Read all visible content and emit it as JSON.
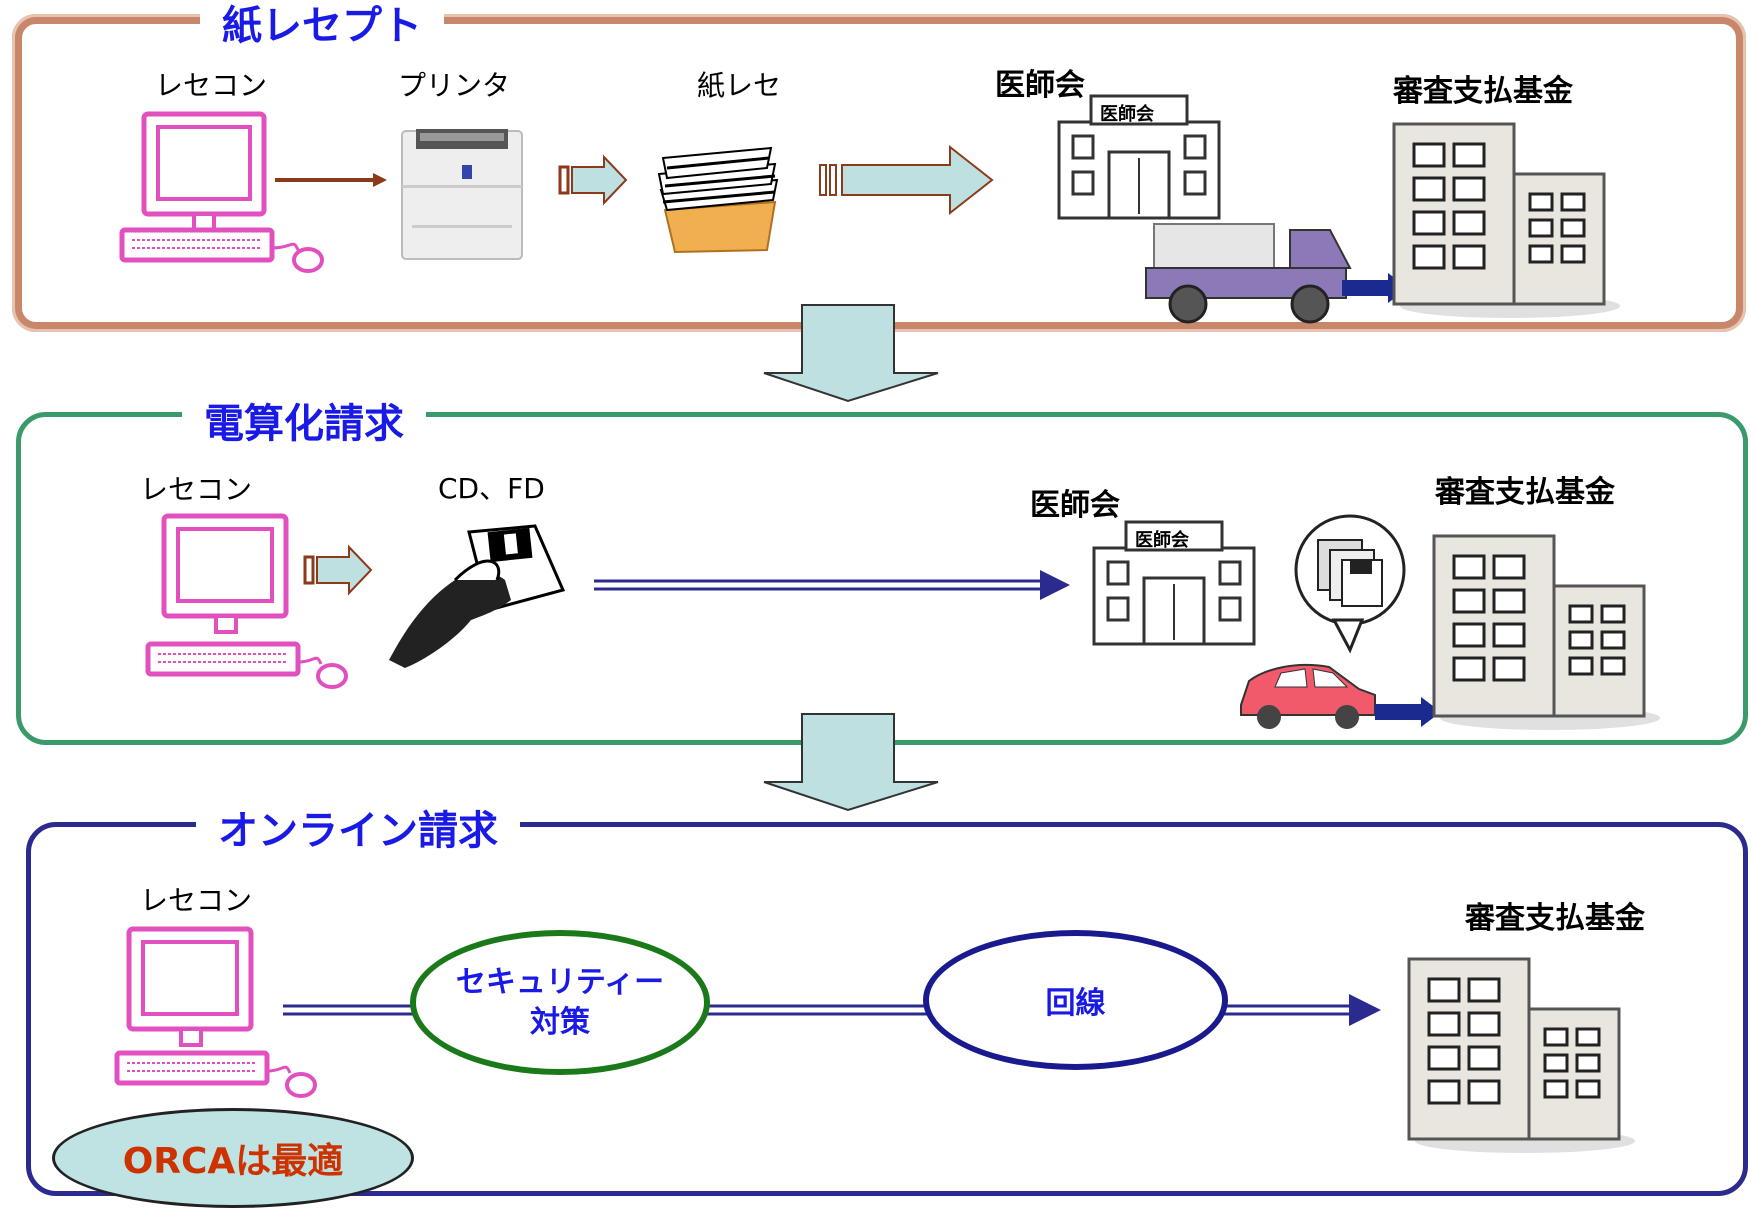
{
  "sections": {
    "paper": {
      "title": "紙レセプト",
      "labels": {
        "rececon": "レセコン",
        "printer": "プリンタ",
        "paper_rece": "紙レセ",
        "ishikai": "医師会",
        "ishikai_sign": "医師会",
        "shinsa": "審査支払基金"
      }
    },
    "electronic": {
      "title": "電算化請求",
      "labels": {
        "rececon": "レセコン",
        "media": "CD、FD",
        "ishikai": "医師会",
        "ishikai_sign": "医師会",
        "shinsa": "審査支払基金"
      }
    },
    "online": {
      "title": "オンライン請求",
      "labels": {
        "rececon": "レセコン",
        "security_line1": "セキュリティー",
        "security_line2": "対策",
        "line": "回線",
        "shinsa": "審査支払基金"
      },
      "badge": "ORCAは最適"
    }
  },
  "colors": {
    "paper_border": "#c8866a",
    "electronic_border": "#3a9a6a",
    "online_border": "#2b2b8f",
    "title_text": "#1a1ae6",
    "badge_fill": "#bfe3e3",
    "badge_text": "#cc3300",
    "security_border": "#1a7a1a",
    "line_border": "#1a1a8f"
  }
}
